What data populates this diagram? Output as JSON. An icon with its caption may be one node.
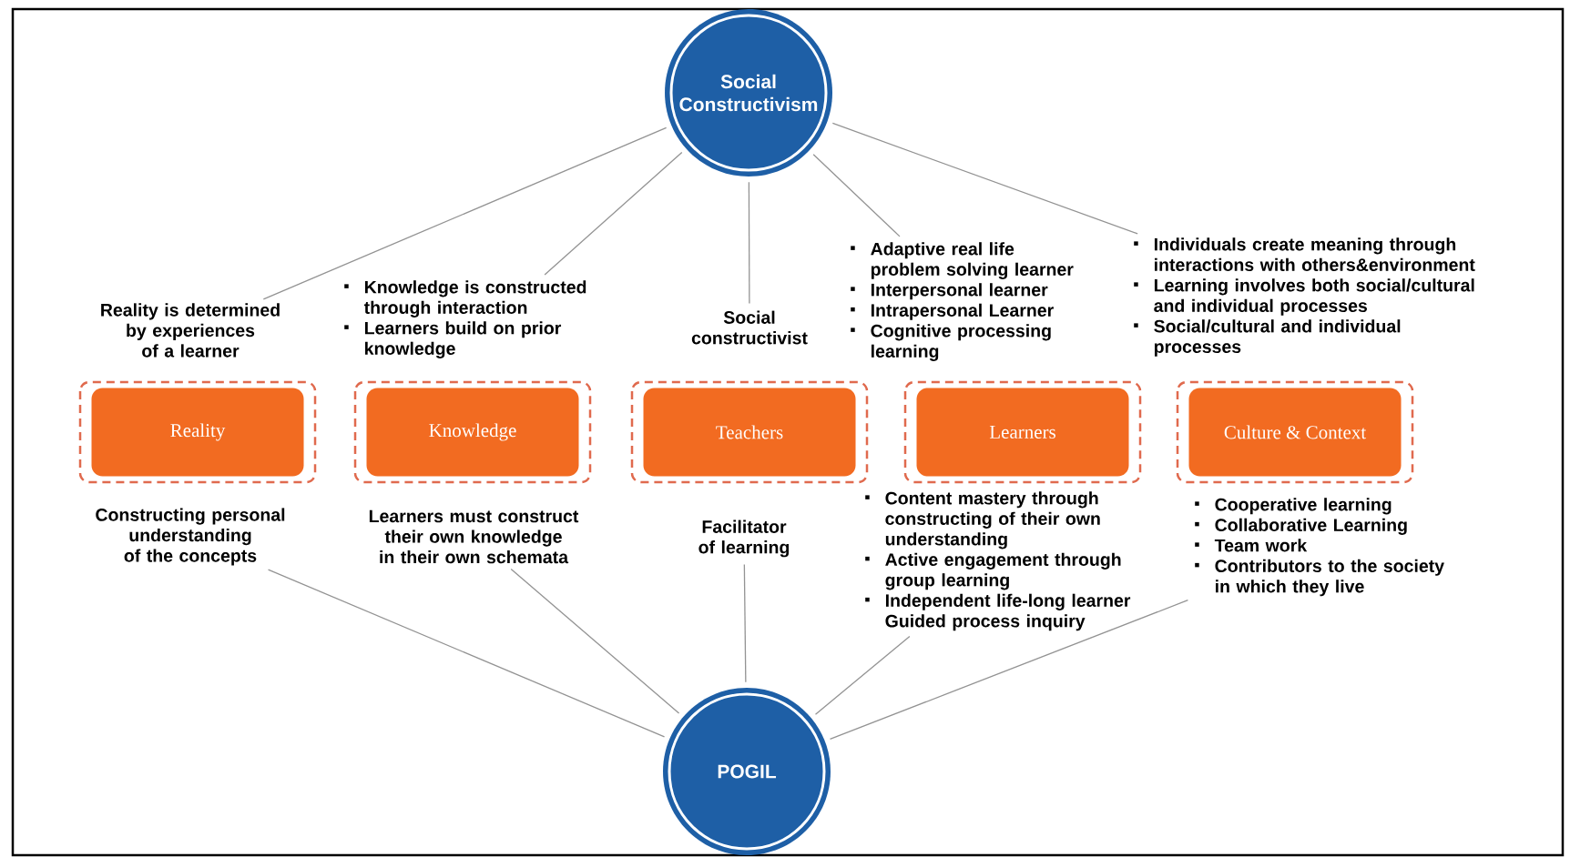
{
  "diagram": {
    "nodes": [
      {
        "text": [
          "Social Constructivism"
        ]
      },
      {
        "text": [
          "Reality is determined by experiences of a learner"
        ]
      },
      {
        "text": [
          "Knowledge is constructed through interaction",
          "Learners build on prior knowledge"
        ]
      },
      {
        "text": [
          "Social constructivist"
        ]
      },
      {
        "text": [
          "Adaptive real life problem solving learner",
          "Interpersonal learner",
          "Intrapersonal Learner",
          "Cognitive processing learning"
        ]
      },
      {
        "text": [
          "Individuals create meaning through interactions with others&environment",
          "Learning involves both social/cultural and individual processes",
          "Social/cultural and individual processes"
        ]
      },
      {
        "text": [
          "Reality"
        ]
      },
      {
        "text": [
          "Knowledge"
        ]
      },
      {
        "text": [
          "Teachers"
        ]
      },
      {
        "text": [
          "Learners"
        ]
      },
      {
        "text": [
          "Culture & Context"
        ]
      },
      {
        "text": [
          "Constructing personal understanding of the concepts"
        ]
      },
      {
        "text": [
          "Learners must construct their own knowledge in their own schemata"
        ]
      },
      {
        "text": [
          "Facilitator of learning"
        ]
      },
      {
        "text": [
          "Content mastery through constructing of their own understanding",
          "Active engagement through group learning",
          "Independent life-long learner Guided process inquiry"
        ]
      },
      {
        "text": [
          "Cooperative learning",
          "Collaborative Learning",
          "Team work",
          "Contributors to the society in which they live"
        ]
      },
      {
        "text": [
          "POGIL"
        ]
      }
    ],
    "edges": [
      {
        "from": 0,
        "to": 1,
        "arrow": "none"
      },
      {
        "from": 0,
        "to": 2,
        "arrow": "none"
      },
      {
        "from": 0,
        "to": 3,
        "arrow": "none"
      },
      {
        "from": 0,
        "to": 4,
        "arrow": "none"
      },
      {
        "from": 0,
        "to": 5,
        "arrow": "none"
      },
      {
        "from": 11,
        "to": 16,
        "arrow": "none"
      },
      {
        "from": 12,
        "to": 16,
        "arrow": "none"
      },
      {
        "from": 13,
        "to": 16,
        "arrow": "none"
      },
      {
        "from": 14,
        "to": 16,
        "arrow": "none"
      },
      {
        "from": 15,
        "to": 16,
        "arrow": "none"
      }
    ]
  }
}
